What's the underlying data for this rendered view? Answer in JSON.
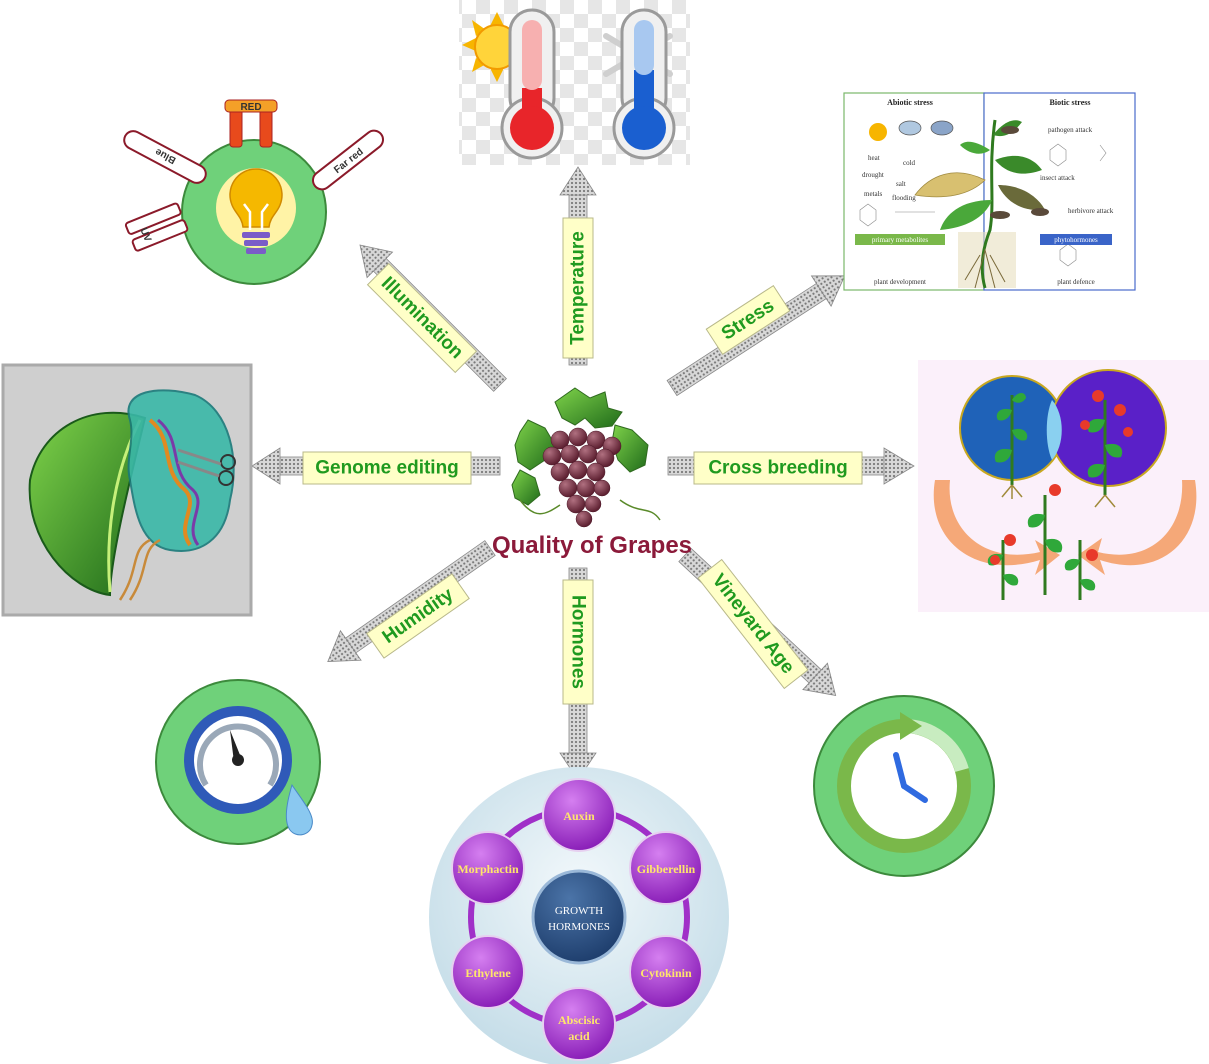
{
  "center": {
    "title": "Quality of Grapes"
  },
  "factors": {
    "illumination": "Illumination",
    "temperature": "Temperature",
    "stress": "Stress",
    "genome_editing": "Genome editing",
    "cross_breeding": "Cross breeding",
    "humidity": "Humidity",
    "hormones": "Hormones",
    "vineyard_age": "Vineyard Age"
  },
  "light_labels": {
    "red": "RED",
    "blue": "Blue",
    "far_red": "Far red",
    "uv": "UV"
  },
  "stress_panel": {
    "abiotic_title": "Abiotic stress",
    "biotic_title": "Biotic stress",
    "abiotic_items": [
      "heat",
      "cold",
      "drought",
      "salt",
      "metals",
      "flooding"
    ],
    "biotic_items": [
      "pathogen attack",
      "insect attack",
      "herbivore attack"
    ],
    "primary_bar": "primary metabolites",
    "phyto_bar": "phytohormones",
    "plant_development": "plant development",
    "plant_defence": "plant defence"
  },
  "hormones": {
    "center_line1": "GROWTH",
    "center_line2": "HORMONES",
    "auxin": "Auxin",
    "gibberellin": "Gibberellin",
    "cytokinin": "Cytokinin",
    "abscisic_line1": "Abscisic",
    "abscisic_line2": "acid",
    "ethylene": "Ethylene",
    "morphactin": "Morphactin"
  },
  "colors": {
    "label_green": "#1f9a1f",
    "label_bg": "#ffffc8",
    "title_maroon": "#8b1a3a",
    "circle_green": "#6fd17a",
    "hormone_purple": "#a030c8"
  }
}
